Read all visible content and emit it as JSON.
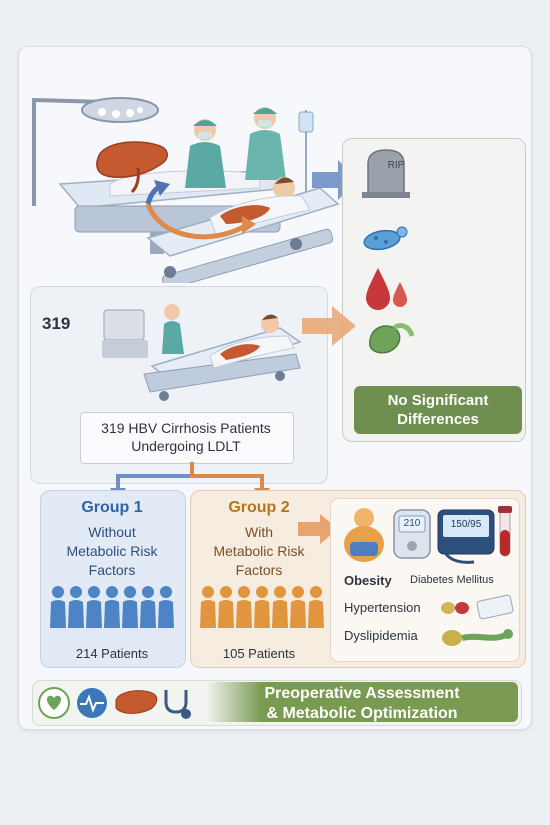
{
  "top_number": "319",
  "patients_box": {
    "line1": "319 HBV Cirrhosis Patients",
    "line2": "Undergoing LDLT"
  },
  "group1": {
    "title": "Group 1",
    "line1": "Without",
    "line2": "Metabolic Risk",
    "line3": "Factors",
    "count": "214 Patients"
  },
  "group2": {
    "title": "Group 2",
    "line1": "With",
    "line2": "Metabolic Risk",
    "line3": "Factors",
    "count": "105 Patients"
  },
  "risk_factors": {
    "obesity": "Obesity",
    "diabetes": "Diabetes Mellitus",
    "hypertension": "Hypertension",
    "dyslipidemia": "Dyslipidemia"
  },
  "devices": {
    "glucometer": "210",
    "bp_monitor": "150/95"
  },
  "outcomes": {
    "tombstone": "RIP",
    "result_line1": "No Significant",
    "result_line2": "Differences"
  },
  "footer": {
    "line1": "Preoperative Assessment",
    "line2": "& Metabolic Optimization"
  },
  "colors": {
    "group1_title": "#2f64a8",
    "group2_title": "#b8741c",
    "result_bg": "#6f8f50",
    "footer_bg": "#7a9a52"
  }
}
